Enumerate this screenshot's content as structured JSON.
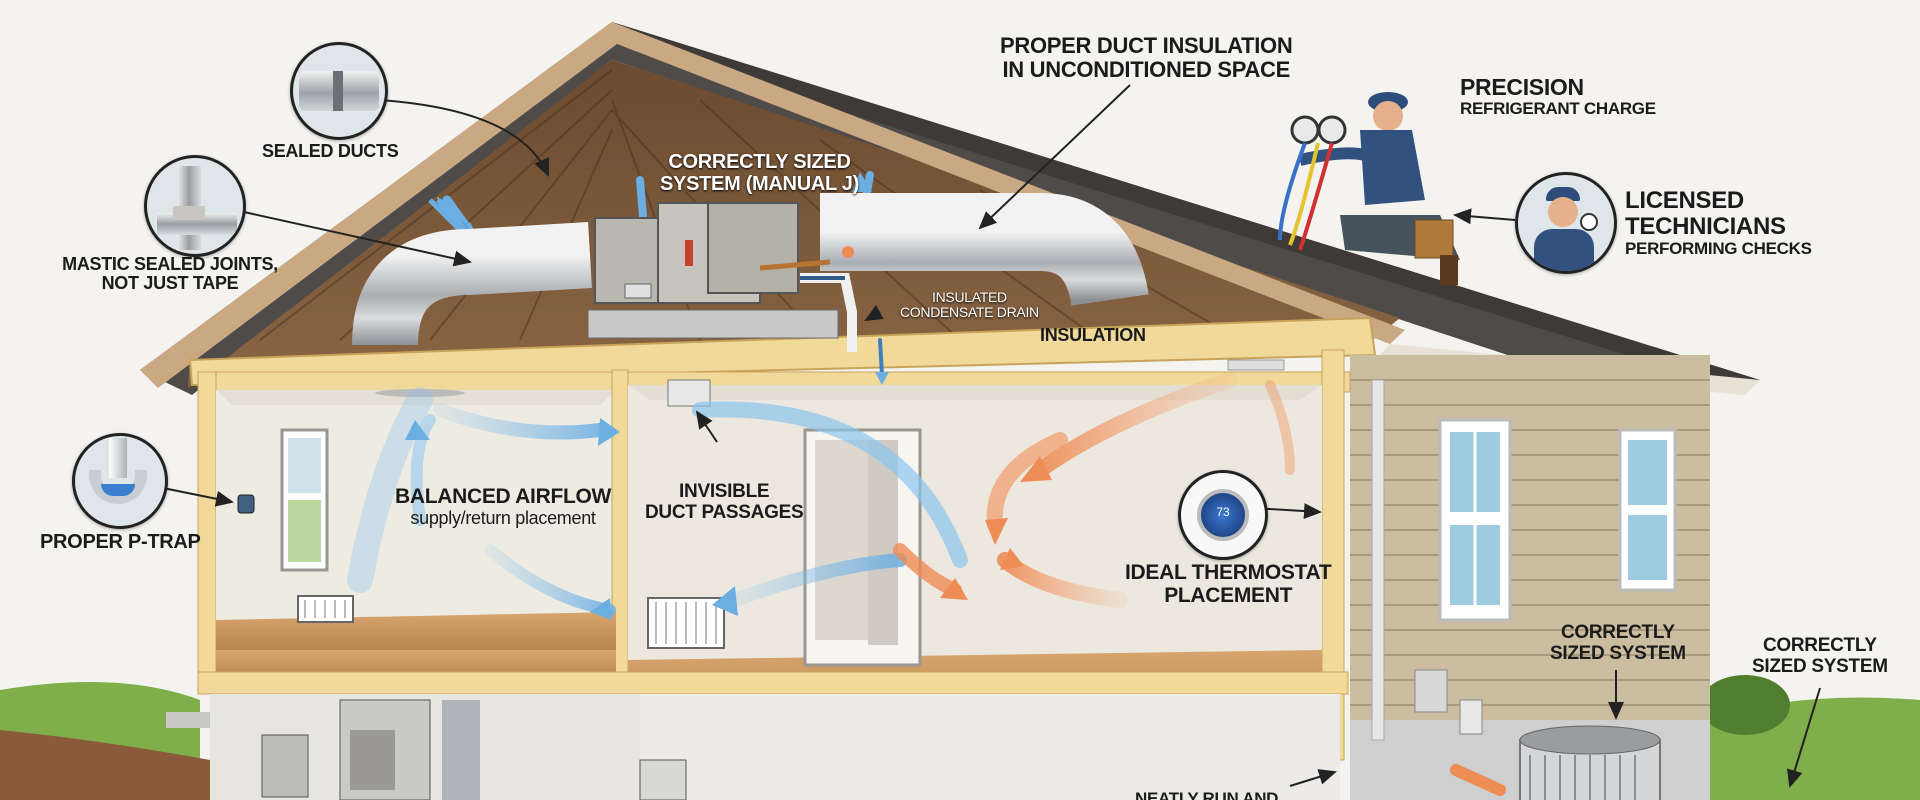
{
  "labels": {
    "sealed_ducts": "SEALED DUCTS",
    "mastic_line1": "MASTIC SEALED JOINTS,",
    "mastic_line2": "NOT JUST TAPE",
    "correct_size_attic_line1": "CORRECTLY SIZED",
    "correct_size_attic_line2": "SYSTEM (MANUAL J)",
    "duct_insulation_line1": "PROPER DUCT INSULATION",
    "duct_insulation_line2": "IN UNCONDITIONED SPACE",
    "precision_line1": "PRECISION",
    "precision_line2": "REFRIGERANT CHARGE",
    "licensed_line1": "LICENSED",
    "licensed_line2": "TECHNICIANS",
    "licensed_line3": "PERFORMING CHECKS",
    "condensate_line1": "INSULATED",
    "condensate_line2": "CONDENSATE DRAIN",
    "insulation": "INSULATION",
    "p_trap": "PROPER P-TRAP",
    "balanced_airflow": "BALANCED AIRFLOW",
    "balanced_airflow_sub": "supply/return placement",
    "invisible_line1": "INVISIBLE",
    "invisible_line2": "DUCT PASSAGES",
    "thermostat_line1": "IDEAL THERMOSTAT",
    "thermostat_line2": "PLACEMENT",
    "thermostat_reading": "73",
    "correct_size_side_line1": "CORRECTLY",
    "correct_size_side_line2": "SIZED SYSTEM",
    "correct_size_right_line1": "CORRECTLY",
    "correct_size_right_line2": "SIZED SYSTEM",
    "neatly_run": "NEATLY RUN AND"
  },
  "colors": {
    "roof": "#57534f",
    "siding": "#cbbd9f",
    "wall": "#f2efe8",
    "floor": "#c89560",
    "insulation": "#f1d99a",
    "supply_air": "#7fb8e6",
    "return_air": "#f0a070",
    "grass": "#7fae4a"
  }
}
